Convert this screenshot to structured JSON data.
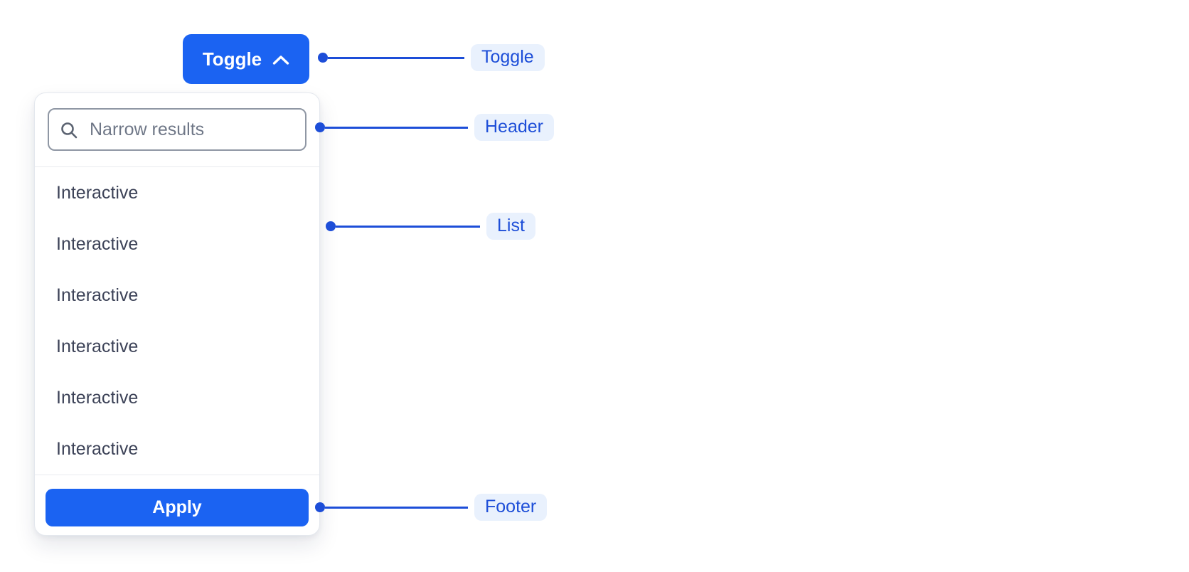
{
  "colors": {
    "primary_blue": "#1b63f2",
    "annotation_blue": "#1d4ed8",
    "annotation_pill_bg": "#e9f1fd",
    "list_text": "#3c4257",
    "placeholder_gray": "#6f7787",
    "input_border": "#8f97a4",
    "panel_border": "#e4e8ee",
    "divider": "#e9ebef"
  },
  "toggle_button": {
    "label": "Toggle",
    "icon": "chevron-up-icon"
  },
  "popover": {
    "header": {
      "search_placeholder": "Narrow results",
      "search_icon": "search-icon"
    },
    "list": {
      "items": [
        "Interactive",
        "Interactive",
        "Interactive",
        "Interactive",
        "Interactive",
        "Interactive"
      ]
    },
    "footer": {
      "apply_label": "Apply"
    }
  },
  "annotations": [
    {
      "label": "Toggle"
    },
    {
      "label": "Header"
    },
    {
      "label": "List"
    },
    {
      "label": "Footer"
    }
  ]
}
